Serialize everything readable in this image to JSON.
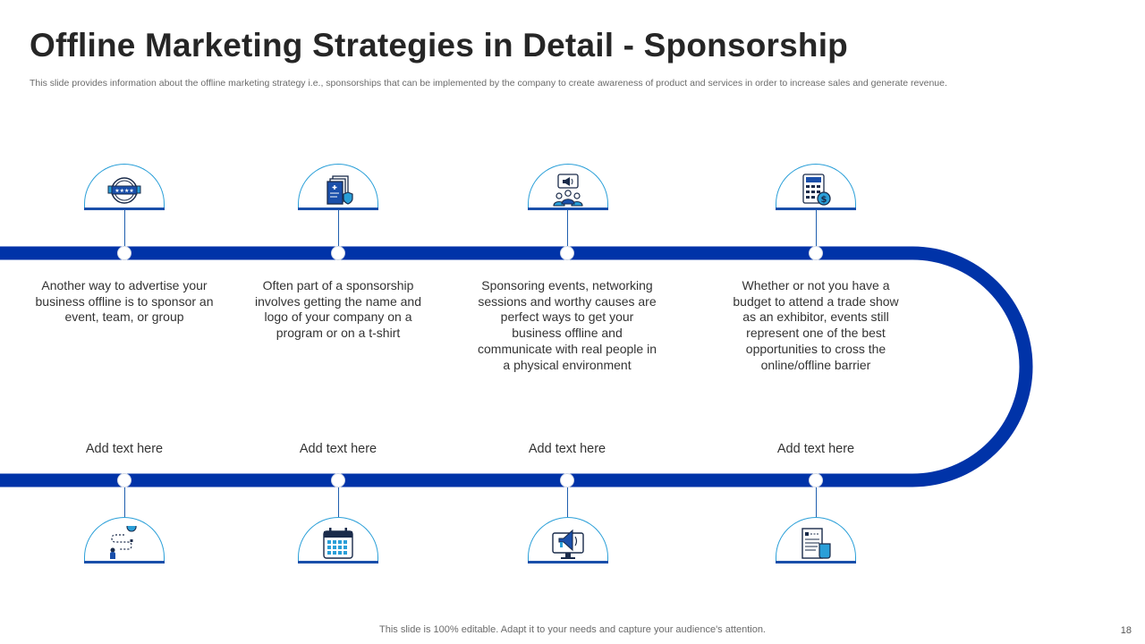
{
  "slide": {
    "title": "Offline Marketing Strategies in Detail - Sponsorship",
    "subtitle": "This slide provides information about the offline marketing strategy i.e.,  sponsorships that can be implemented by the company to  create awareness of product and services in order to increase sales and generate revenue.",
    "footer": "This slide is 100% editable. Adapt it to your needs and capture your audience's attention.",
    "page_number": "18"
  },
  "top_items": [
    {
      "icon": "ribbon-banner-icon",
      "text": "Another way to advertise your business offline is to sponsor an event, team, or group"
    },
    {
      "icon": "documents-shield-icon",
      "text": "Often part of a sponsorship involves getting the name and logo of your company on a program or on a t-shirt"
    },
    {
      "icon": "group-megaphone-icon",
      "text": "Sponsoring events, networking sessions and worthy causes are perfect ways to get your business offline and communicate with real people in a physical environment"
    },
    {
      "icon": "calculator-dollar-icon",
      "text": "Whether or not you have a budget to attend a trade show as an exhibitor, events still represent one of the best opportunities to cross the online/offline barrier"
    }
  ],
  "bottom_items": [
    {
      "icon": "person-path-idea-icon",
      "text": "Add text here"
    },
    {
      "icon": "calendar-icon",
      "text": "Add text here"
    },
    {
      "icon": "monitor-megaphone-icon",
      "text": "Add text here"
    },
    {
      "icon": "document-cup-icon",
      "text": "Add text here"
    }
  ],
  "colors": {
    "track": "#0033a8",
    "accent": "#2a9fd8",
    "icon_dark": "#1a2b4a"
  }
}
